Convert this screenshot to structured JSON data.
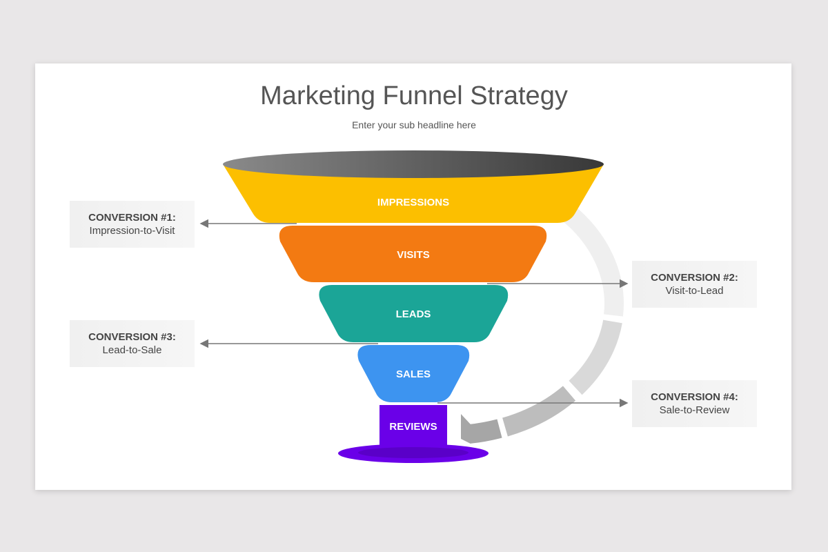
{
  "title": "Marketing Funnel Strategy",
  "subtitle": "Enter your sub headline here",
  "stages": [
    {
      "label": "IMPRESSIONS",
      "color": "#fcbf00"
    },
    {
      "label": "VISITS",
      "color": "#f37a12"
    },
    {
      "label": "LEADS",
      "color": "#1ba597"
    },
    {
      "label": "SALES",
      "color": "#3d94f0"
    },
    {
      "label": "REVIEWS",
      "color": "#6a00e8"
    }
  ],
  "conversions": [
    {
      "heading": "CONVERSION #1:",
      "text": "Impression-to-Visit"
    },
    {
      "heading": "CONVERSION #2:",
      "text": "Visit-to-Lead"
    },
    {
      "heading": "CONVERSION #3:",
      "text": "Lead-to-Sale"
    },
    {
      "heading": "CONVERSION #4:",
      "text": "Sale-to-Review"
    }
  ]
}
